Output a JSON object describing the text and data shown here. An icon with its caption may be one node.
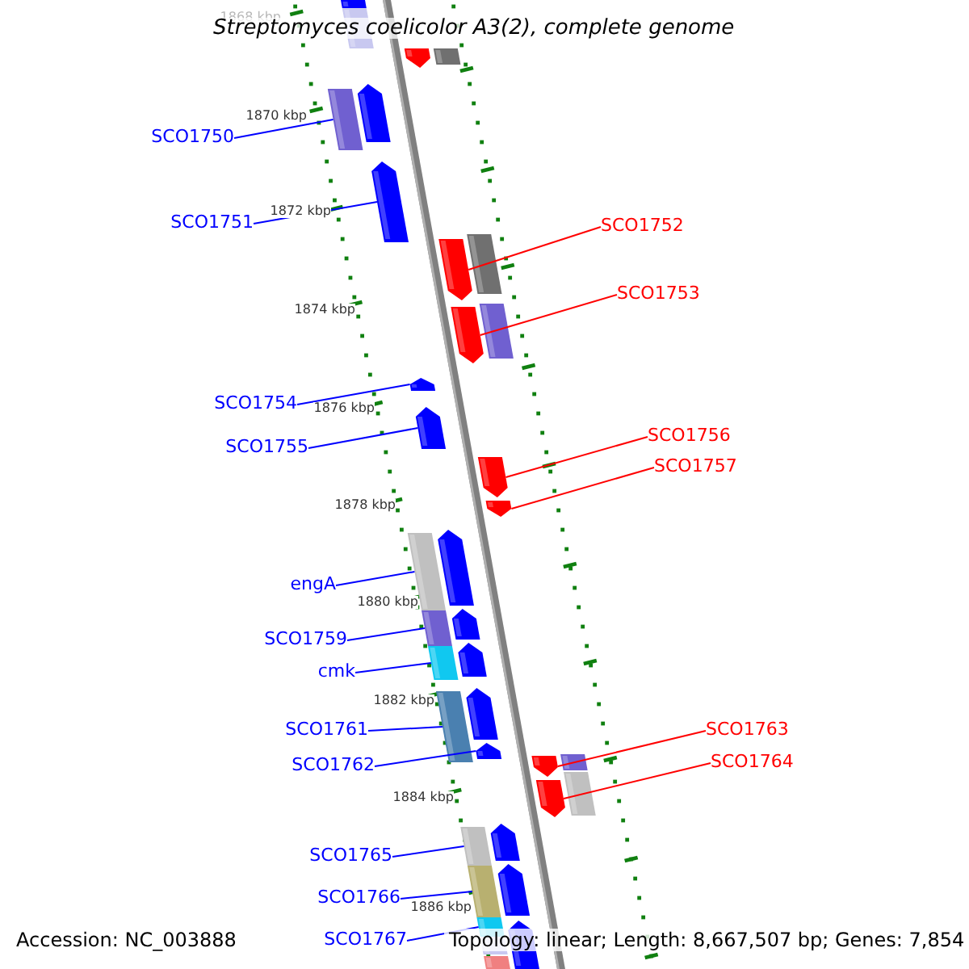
{
  "diagram": {
    "title": "Streptomyces coelicolor A3(2), complete genome",
    "nodes": [
      {
        "text": [
          "SCO1750"
        ]
      },
      {
        "text": [
          "SCO1751"
        ]
      },
      {
        "text": [
          "SCO1752"
        ]
      },
      {
        "text": [
          "SCO1753"
        ]
      },
      {
        "text": [
          "SCO1754"
        ]
      },
      {
        "text": [
          "SCO1755"
        ]
      },
      {
        "text": [
          "SCO1756"
        ]
      },
      {
        "text": [
          "SCO1757"
        ]
      },
      {
        "text": [
          "engA"
        ]
      },
      {
        "text": [
          "SCO1759"
        ]
      },
      {
        "text": [
          "cmk"
        ]
      },
      {
        "text": [
          "SCO1761"
        ]
      },
      {
        "text": [
          "SCO1762"
        ]
      },
      {
        "text": [
          "SCO1763"
        ]
      },
      {
        "text": [
          "SCO1764"
        ]
      },
      {
        "text": [
          "SCO1765"
        ]
      },
      {
        "text": [
          "SCO1766"
        ]
      },
      {
        "text": [
          "SCO1767"
        ]
      },
      {
        "text": [],
        "shape": "box"
      },
      {
        "text": [],
        "shape": "box"
      },
      {
        "text": [],
        "shape": "pentagon"
      },
      {
        "text": [],
        "shape": "box"
      },
      {
        "text": [],
        "shape": "box"
      },
      {
        "text": [],
        "shape": "pentagon"
      },
      {
        "text": [],
        "shape": "pentagon"
      },
      {
        "text": [],
        "shape": "pentagon"
      },
      {
        "text": [],
        "shape": "box"
      },
      {
        "text": [],
        "shape": "pentagon"
      },
      {
        "text": [],
        "shape": "box"
      },
      {
        "text": [],
        "shape": "pentagon"
      },
      {
        "text": [],
        "shape": "pentagon"
      },
      {
        "text": [],
        "shape": "pentagon"
      },
      {
        "text": [],
        "shape": "pentagon"
      },
      {
        "text": [],
        "shape": "box"
      },
      {
        "text": [],
        "shape": "pentagon"
      },
      {
        "text": [],
        "shape": "box"
      },
      {
        "text": [],
        "shape": "pentagon"
      },
      {
        "text": [],
        "shape": "box"
      },
      {
        "text": [],
        "shape": "pentagon"
      },
      {
        "text": [],
        "shape": "box"
      },
      {
        "text": [],
        "shape": "pentagon"
      },
      {
        "text": [],
        "shape": "pentagon"
      },
      {
        "text": [],
        "shape": "pentagon"
      },
      {
        "text": [],
        "shape": "box"
      },
      {
        "text": [],
        "shape": "pentagon"
      },
      {
        "text": [],
        "shape": "box"
      },
      {
        "text": [],
        "shape": "box"
      },
      {
        "text": [],
        "shape": "pentagon"
      },
      {
        "text": [],
        "shape": "box"
      },
      {
        "text": [],
        "shape": "pentagon"
      },
      {
        "text": [],
        "shape": "box"
      },
      {
        "text": [],
        "shape": "box"
      },
      {
        "text": [],
        "shape": "pentagon"
      },
      {
        "text": [],
        "shape": "box"
      }
    ],
    "edges": [
      {
        "from": 0,
        "to": 22,
        "arrow": "none"
      },
      {
        "from": 1,
        "to": 24,
        "arrow": "none"
      },
      {
        "from": 2,
        "to": 25,
        "arrow": "none",
        "color": "#ff0000"
      },
      {
        "from": 3,
        "to": 27,
        "arrow": "none",
        "color": "#ff0000"
      },
      {
        "from": 4,
        "to": 29,
        "arrow": "none"
      },
      {
        "from": 5,
        "to": 30,
        "arrow": "none"
      },
      {
        "from": 6,
        "to": 31,
        "arrow": "none",
        "color": "#ff0000"
      },
      {
        "from": 7,
        "to": 32,
        "arrow": "none",
        "color": "#ff0000"
      },
      {
        "from": 8,
        "to": 33,
        "arrow": "none"
      },
      {
        "from": 9,
        "to": 35,
        "arrow": "none"
      },
      {
        "from": 10,
        "to": 37,
        "arrow": "none"
      },
      {
        "from": 11,
        "to": 39,
        "arrow": "none"
      },
      {
        "from": 12,
        "to": 41,
        "arrow": "none"
      },
      {
        "from": 13,
        "to": 42,
        "arrow": "none",
        "color": "#ff0000"
      },
      {
        "from": 14,
        "to": 44,
        "arrow": "none",
        "color": "#ff0000"
      },
      {
        "from": 15,
        "to": 46,
        "arrow": "none"
      },
      {
        "from": 16,
        "to": 48,
        "arrow": "none"
      },
      {
        "from": 17,
        "to": 50,
        "arrow": "none"
      }
    ],
    "labels": [
      "1868 kbp",
      "1870 kbp",
      "1872 kbp",
      "1874 kbp",
      "1876 kbp",
      "1878 kbp",
      "1880 kbp",
      "1882 kbp",
      "1884 kbp",
      "1886 kbp",
      "Accession: NC_003888",
      "Topology: linear; Length: 8,667,507 bp; Genes: 7,854"
    ]
  }
}
